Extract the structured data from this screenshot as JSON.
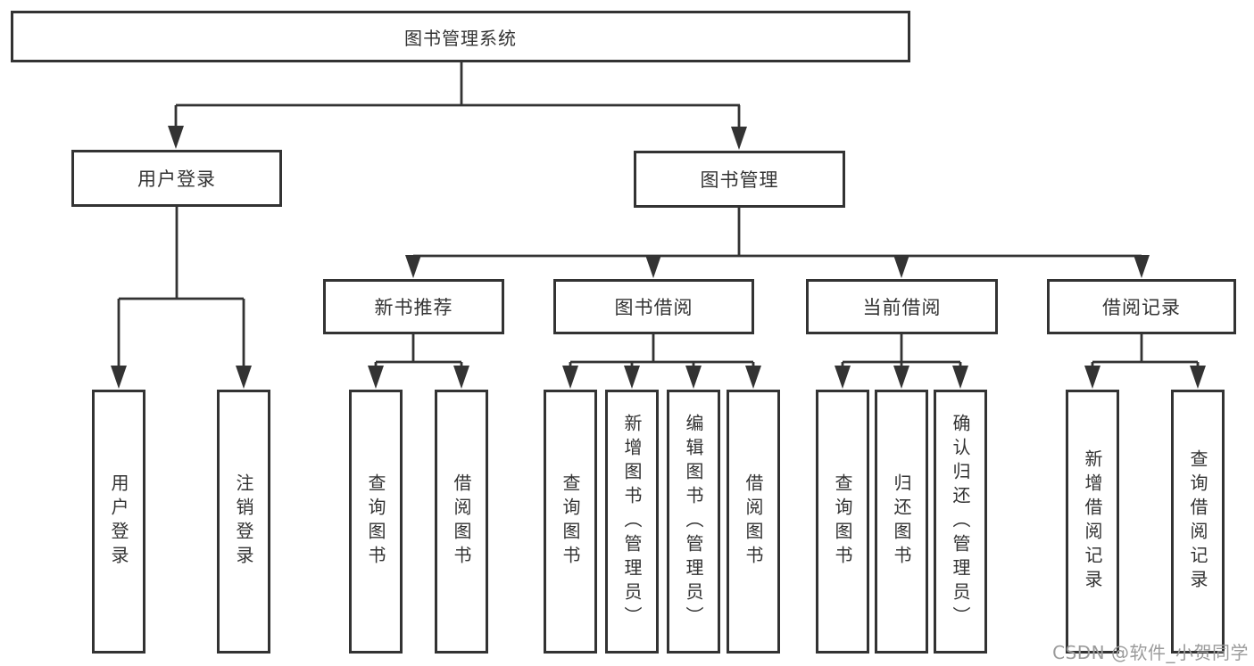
{
  "diagram": {
    "root": {
      "label": "图书管理系统"
    },
    "branches": [
      {
        "label": "用户登录",
        "children": [
          {
            "label": "用户登录"
          },
          {
            "label": "注销登录"
          }
        ]
      },
      {
        "label": "图书管理",
        "groups": [
          {
            "label": "新书推荐",
            "children": [
              {
                "label": "查询图书"
              },
              {
                "label": "借阅图书"
              }
            ]
          },
          {
            "label": "图书借阅",
            "children": [
              {
                "label": "查询图书"
              },
              {
                "label": "新增图书（管理员）"
              },
              {
                "label": "编辑图书（管理员）"
              },
              {
                "label": "借阅图书"
              }
            ]
          },
          {
            "label": "当前借阅",
            "children": [
              {
                "label": "查询图书"
              },
              {
                "label": "归还图书"
              },
              {
                "label": "确认归还（管理员）"
              }
            ]
          },
          {
            "label": "借阅记录",
            "children": [
              {
                "label": "新增借阅记录"
              },
              {
                "label": "查询借阅记录"
              }
            ]
          }
        ]
      }
    ]
  },
  "watermark": {
    "text": "CSDN @软件_小贺同学"
  },
  "colors": {
    "line": "#333333",
    "bg": "#ffffff",
    "text": "#333333",
    "watermark": "#9b9b9b"
  }
}
